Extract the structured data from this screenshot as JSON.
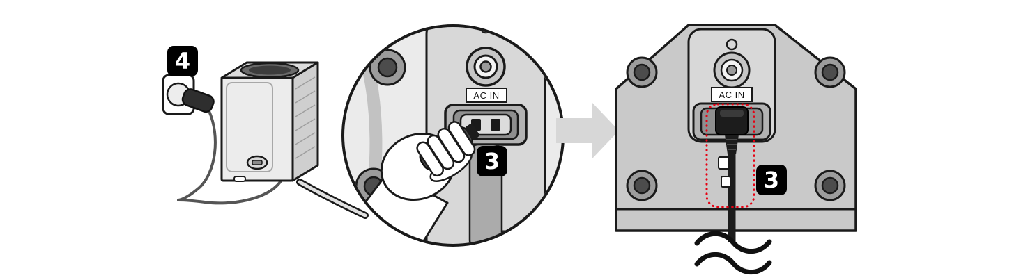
{
  "figure": {
    "kind": "instruction-diagram",
    "subject": "connect-power-cable-to-ac-in-port"
  },
  "steps": {
    "step4_badge": "4",
    "step3_badge_zoom": "3",
    "step3_badge_result": "3"
  },
  "connector_labels": {
    "ac_in_zoom": "AC IN",
    "ac_in_result": "AC IN"
  },
  "icons": {
    "wall_socket": "euro-wall-socket-icon",
    "power_plug": "power-plug-icon",
    "device": "speaker-device-icon",
    "magnifier": "zoom-circle-detail",
    "hand": "hand-holding-plug-icon",
    "arrow": "transition-arrow-icon",
    "waves": "cable-slack-waves-icon"
  },
  "colors": {
    "line_black": "#1a1a1a",
    "badge_black": "#000000",
    "badge_text_white": "#ffffff",
    "body_gray": "#c9c9c9",
    "panel_gray": "#d8d8d8",
    "recess_gray": "#b3b3b3",
    "socket_inner_gray": "#8f8f8f",
    "plug_dark": "#1c1c1c",
    "arrow_gray": "#d7d7d7",
    "highlight_red": "#e60012",
    "background": "#ffffff"
  }
}
